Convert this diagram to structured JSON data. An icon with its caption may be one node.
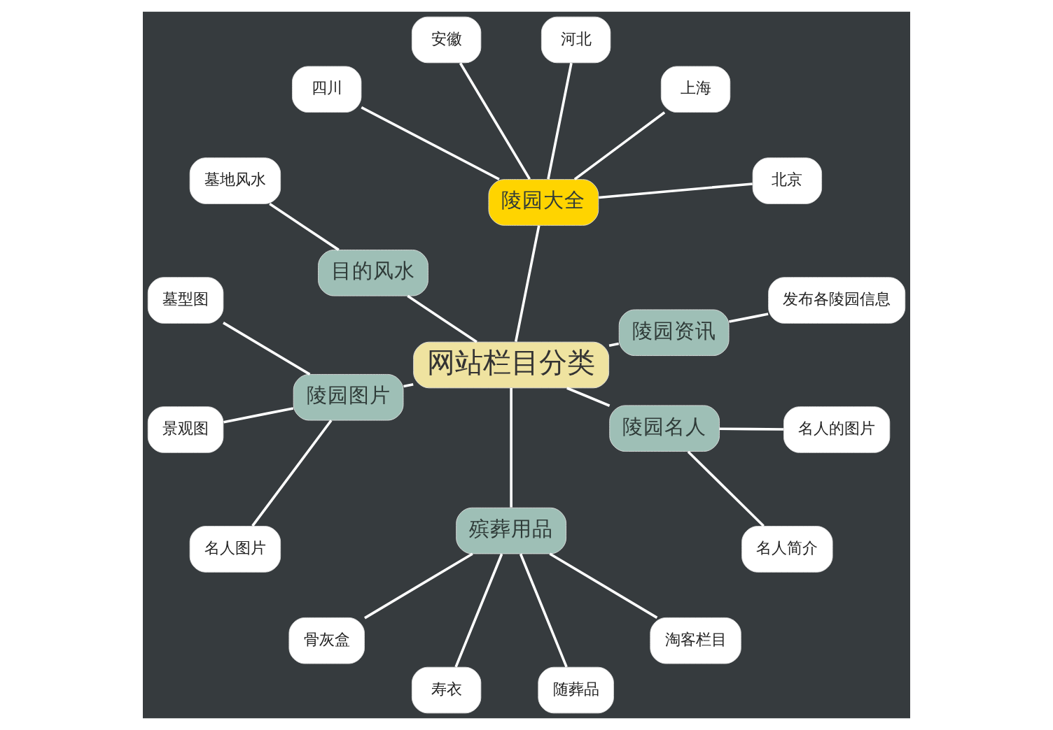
{
  "diagram": {
    "nodes": [
      {
        "text": [
          "网站栏目分类"
        ]
      },
      {
        "text": [
          "陵园资讯"
        ]
      },
      {
        "text": [
          "发布各陵园信息"
        ]
      },
      {
        "text": [
          "陵园大全"
        ]
      },
      {
        "text": [
          "北京"
        ]
      },
      {
        "text": [
          "上海"
        ]
      },
      {
        "text": [
          "河北"
        ]
      },
      {
        "text": [
          "安徽"
        ]
      },
      {
        "text": [
          "四川"
        ]
      },
      {
        "text": [
          "目的风水"
        ]
      },
      {
        "text": [
          "墓地风水"
        ]
      },
      {
        "text": [
          "陵园图片"
        ]
      },
      {
        "text": [
          "墓型图"
        ]
      },
      {
        "text": [
          "景观图"
        ]
      },
      {
        "text": [
          "名人图片"
        ]
      },
      {
        "text": [
          "殡葬用品"
        ]
      },
      {
        "text": [
          "骨灰盒"
        ]
      },
      {
        "text": [
          "寿衣"
        ]
      },
      {
        "text": [
          "随葬品"
        ]
      },
      {
        "text": [
          "淘客栏目"
        ]
      },
      {
        "text": [
          "陵园名人"
        ]
      },
      {
        "text": [
          "名人简介"
        ]
      },
      {
        "text": [
          "名人的图片"
        ]
      }
    ],
    "edges": [
      {
        "from": 0,
        "to": 1,
        "arrow": "none"
      },
      {
        "from": 1,
        "to": 2,
        "arrow": "none"
      },
      {
        "from": 0,
        "to": 3,
        "arrow": "none"
      },
      {
        "from": 3,
        "to": 4,
        "arrow": "none"
      },
      {
        "from": 3,
        "to": 5,
        "arrow": "none"
      },
      {
        "from": 3,
        "to": 6,
        "arrow": "none"
      },
      {
        "from": 3,
        "to": 7,
        "arrow": "none"
      },
      {
        "from": 3,
        "to": 8,
        "arrow": "none"
      },
      {
        "from": 0,
        "to": 9,
        "arrow": "none"
      },
      {
        "from": 9,
        "to": 10,
        "arrow": "none"
      },
      {
        "from": 0,
        "to": 11,
        "arrow": "none"
      },
      {
        "from": 11,
        "to": 12,
        "arrow": "none"
      },
      {
        "from": 11,
        "to": 13,
        "arrow": "none"
      },
      {
        "from": 11,
        "to": 14,
        "arrow": "none"
      },
      {
        "from": 0,
        "to": 15,
        "arrow": "none"
      },
      {
        "from": 15,
        "to": 16,
        "arrow": "none"
      },
      {
        "from": 15,
        "to": 17,
        "arrow": "none"
      },
      {
        "from": 15,
        "to": 18,
        "arrow": "none"
      },
      {
        "from": 15,
        "to": 19,
        "arrow": "none"
      },
      {
        "from": 0,
        "to": 20,
        "arrow": "none"
      },
      {
        "from": 20,
        "to": 21,
        "arrow": "none"
      },
      {
        "from": 20,
        "to": 22,
        "arrow": "none"
      }
    ]
  }
}
